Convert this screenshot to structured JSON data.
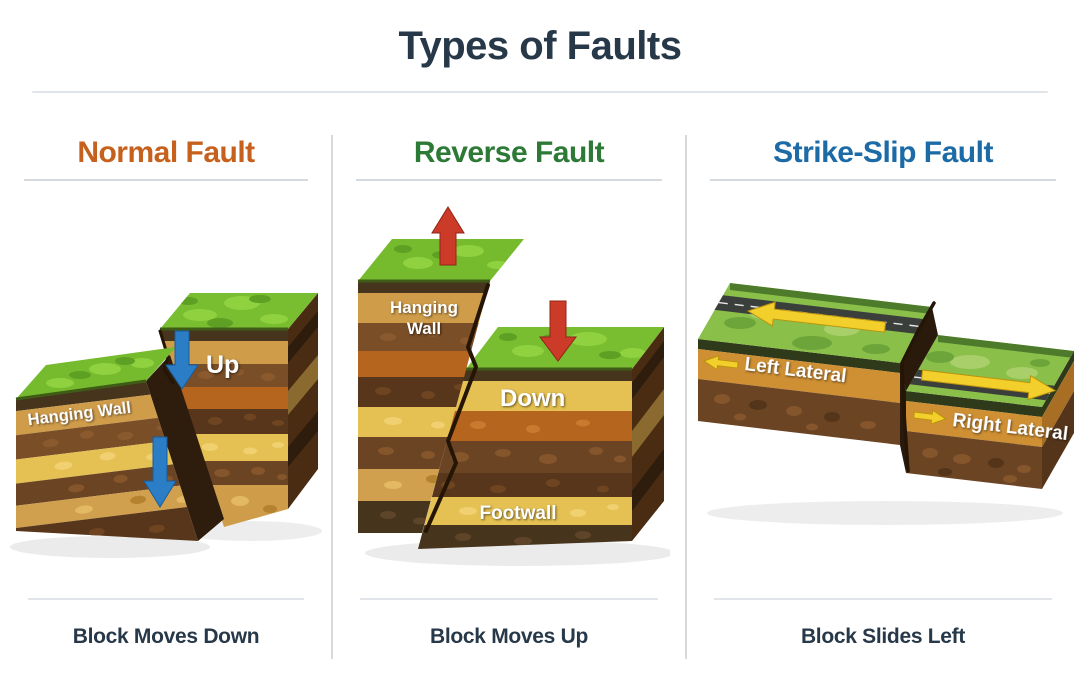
{
  "page": {
    "title": "Types of Faults",
    "title_color": "#273849"
  },
  "panels": [
    {
      "id": "normal-fault",
      "title": "Normal Fault",
      "title_color": "#c6611d",
      "caption": "Block Moves Down",
      "labels": {
        "hanging_wall": "Hanging Wall",
        "up": "Up"
      },
      "arrows": [
        {
          "name": "down-arrow-upper",
          "direction": "down",
          "color": "#2b7ec6"
        },
        {
          "name": "down-arrow-lower",
          "direction": "down",
          "color": "#2b7ec6"
        }
      ]
    },
    {
      "id": "reverse-fault",
      "title": "Reverse Fault",
      "title_color": "#2d7a36",
      "caption": "Block Moves Up",
      "labels": {
        "hanging_wall_lines": [
          "Hanging",
          "Wall"
        ],
        "down": "Down",
        "footwall": "Footwall"
      },
      "arrows": [
        {
          "name": "up-arrow",
          "direction": "up",
          "color": "#cc3a28"
        },
        {
          "name": "down-arrow",
          "direction": "down",
          "color": "#cc3a28"
        }
      ]
    },
    {
      "id": "strike-slip-fault",
      "title": "Strike-Slip Fault",
      "title_color": "#1c6ba6",
      "caption": "Block Slides Left",
      "labels": {
        "left_lateral": "Left Lateral",
        "right_lateral": "Right Lateral"
      },
      "arrows": [
        {
          "name": "left-lateral-arrow",
          "direction": "left",
          "color": "#f2cf2a"
        },
        {
          "name": "right-lateral-arrow",
          "direction": "right",
          "color": "#f2cf2a"
        }
      ]
    }
  ]
}
